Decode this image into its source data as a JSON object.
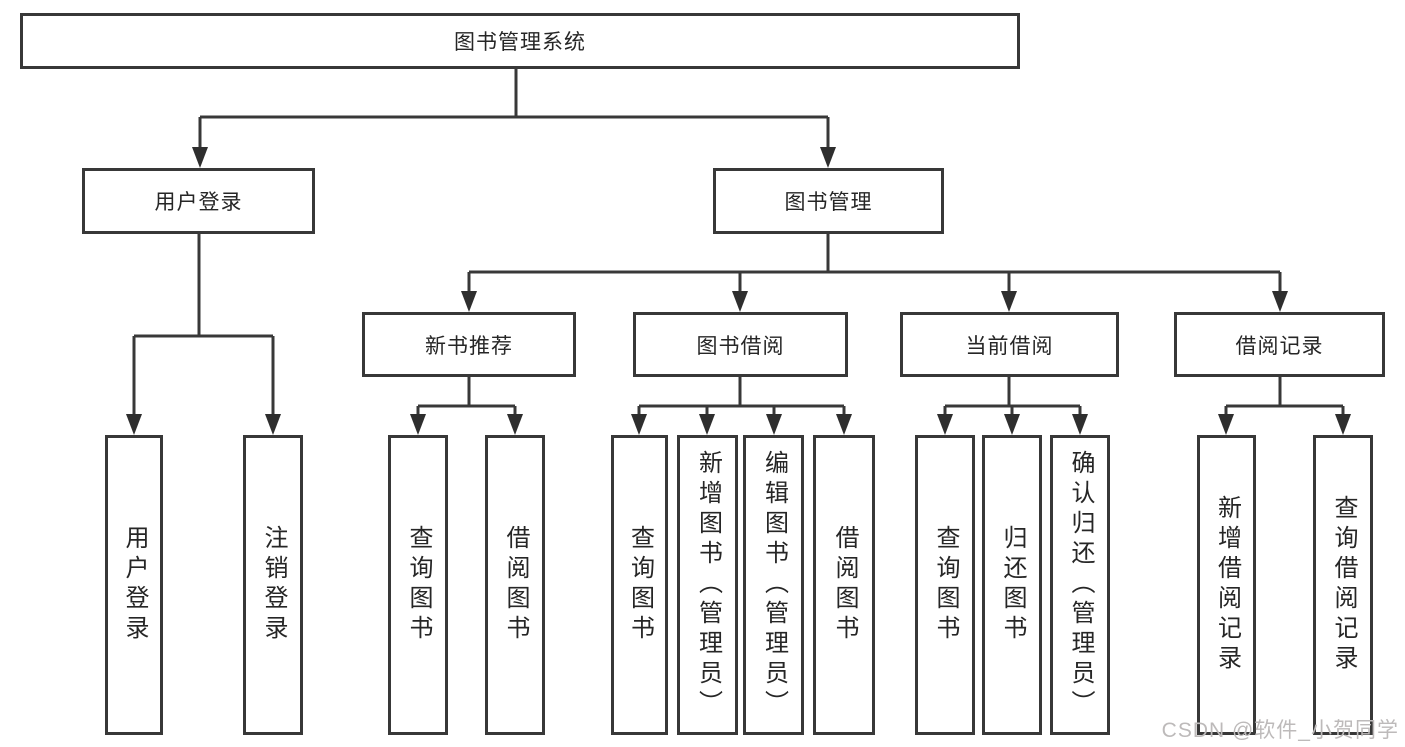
{
  "watermark": "CSDN @软件_小贺同学",
  "colors": {
    "line": "#383838",
    "text": "#262626",
    "watermark": "#bdbaba",
    "background": "#ffffff"
  },
  "tree": {
    "root": {
      "label": "图书管理系统",
      "children": [
        {
          "label": "用户登录",
          "children": [
            {
              "label": "用户登录"
            },
            {
              "label": "注销登录"
            }
          ]
        },
        {
          "label": "图书管理",
          "children": [
            {
              "label": "新书推荐",
              "children": [
                {
                  "label": "查询图书"
                },
                {
                  "label": "借阅图书"
                }
              ]
            },
            {
              "label": "图书借阅",
              "children": [
                {
                  "label": "查询图书"
                },
                {
                  "label": "新增图书（管理员）"
                },
                {
                  "label": "编辑图书（管理员）"
                },
                {
                  "label": "借阅图书"
                }
              ]
            },
            {
              "label": "当前借阅",
              "children": [
                {
                  "label": "查询图书"
                },
                {
                  "label": "归还图书"
                },
                {
                  "label": "确认归还（管理员）"
                }
              ]
            },
            {
              "label": "借阅记录",
              "children": [
                {
                  "label": "新增借阅记录"
                },
                {
                  "label": "查询借阅记录"
                }
              ]
            }
          ]
        }
      ]
    }
  }
}
